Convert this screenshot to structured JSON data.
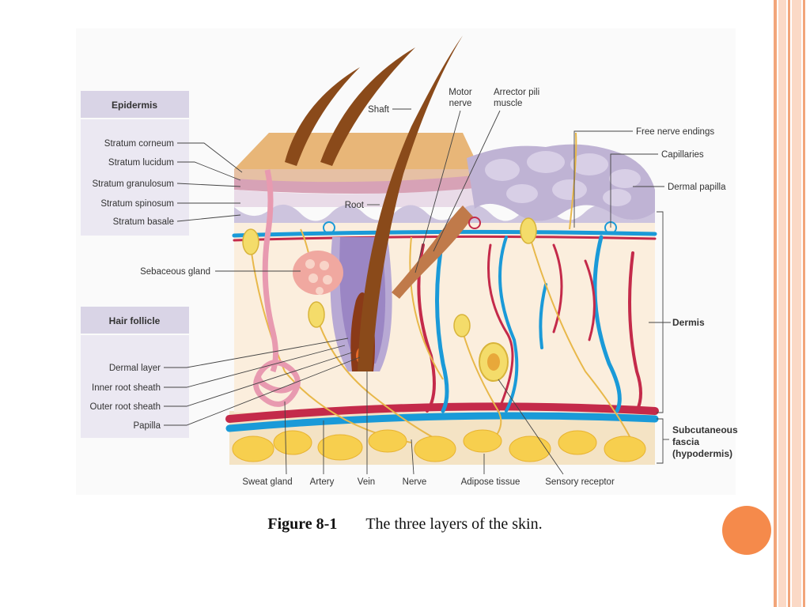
{
  "figure": {
    "number": "Figure 8-1",
    "caption": "The three layers of the skin."
  },
  "panels": {
    "epidermis_title": "Epidermis",
    "hair_follicle_title": "Hair follicle"
  },
  "labels": {
    "stratum_corneum": "Stratum corneum",
    "stratum_lucidum": "Stratum lucidum",
    "stratum_granulosum": "Stratum granulosum",
    "stratum_spinosum": "Stratum spinosum",
    "stratum_basale": "Stratum basale",
    "sebaceous_gland": "Sebaceous gland",
    "dermal_layer": "Dermal layer",
    "inner_root_sheath": "Inner root sheath",
    "outer_root_sheath": "Outer root sheath",
    "papilla": "Papilla",
    "shaft": "Shaft",
    "root": "Root",
    "motor_nerve_1": "Motor",
    "motor_nerve_2": "nerve",
    "arrector_pili_1": "Arrector pili",
    "arrector_pili_2": "muscle",
    "free_nerve_endings": "Free nerve endings",
    "capillaries": "Capillaries",
    "dermal_papilla": "Dermal papilla",
    "dermis": "Dermis",
    "subcutaneous_1": "Subcutaneous",
    "subcutaneous_2": "fascia",
    "subcutaneous_3": "(hypodermis)",
    "sweat_gland": "Sweat gland",
    "artery": "Artery",
    "vein": "Vein",
    "nerve": "Nerve",
    "adipose_tissue": "Adipose tissue",
    "sensory_receptor": "Sensory receptor"
  },
  "colors": {
    "slide_accent": "#f58a4b",
    "stripe_light": "#fbd9c6",
    "stripe_line": "#f2a57a",
    "panel_header": "#d9d4e6",
    "panel_body": "#ebe8f2",
    "artery": "#c42a4a",
    "vein": "#1a9ad8",
    "nerve": "#e8b84a",
    "fat": "#f7cf4e"
  }
}
